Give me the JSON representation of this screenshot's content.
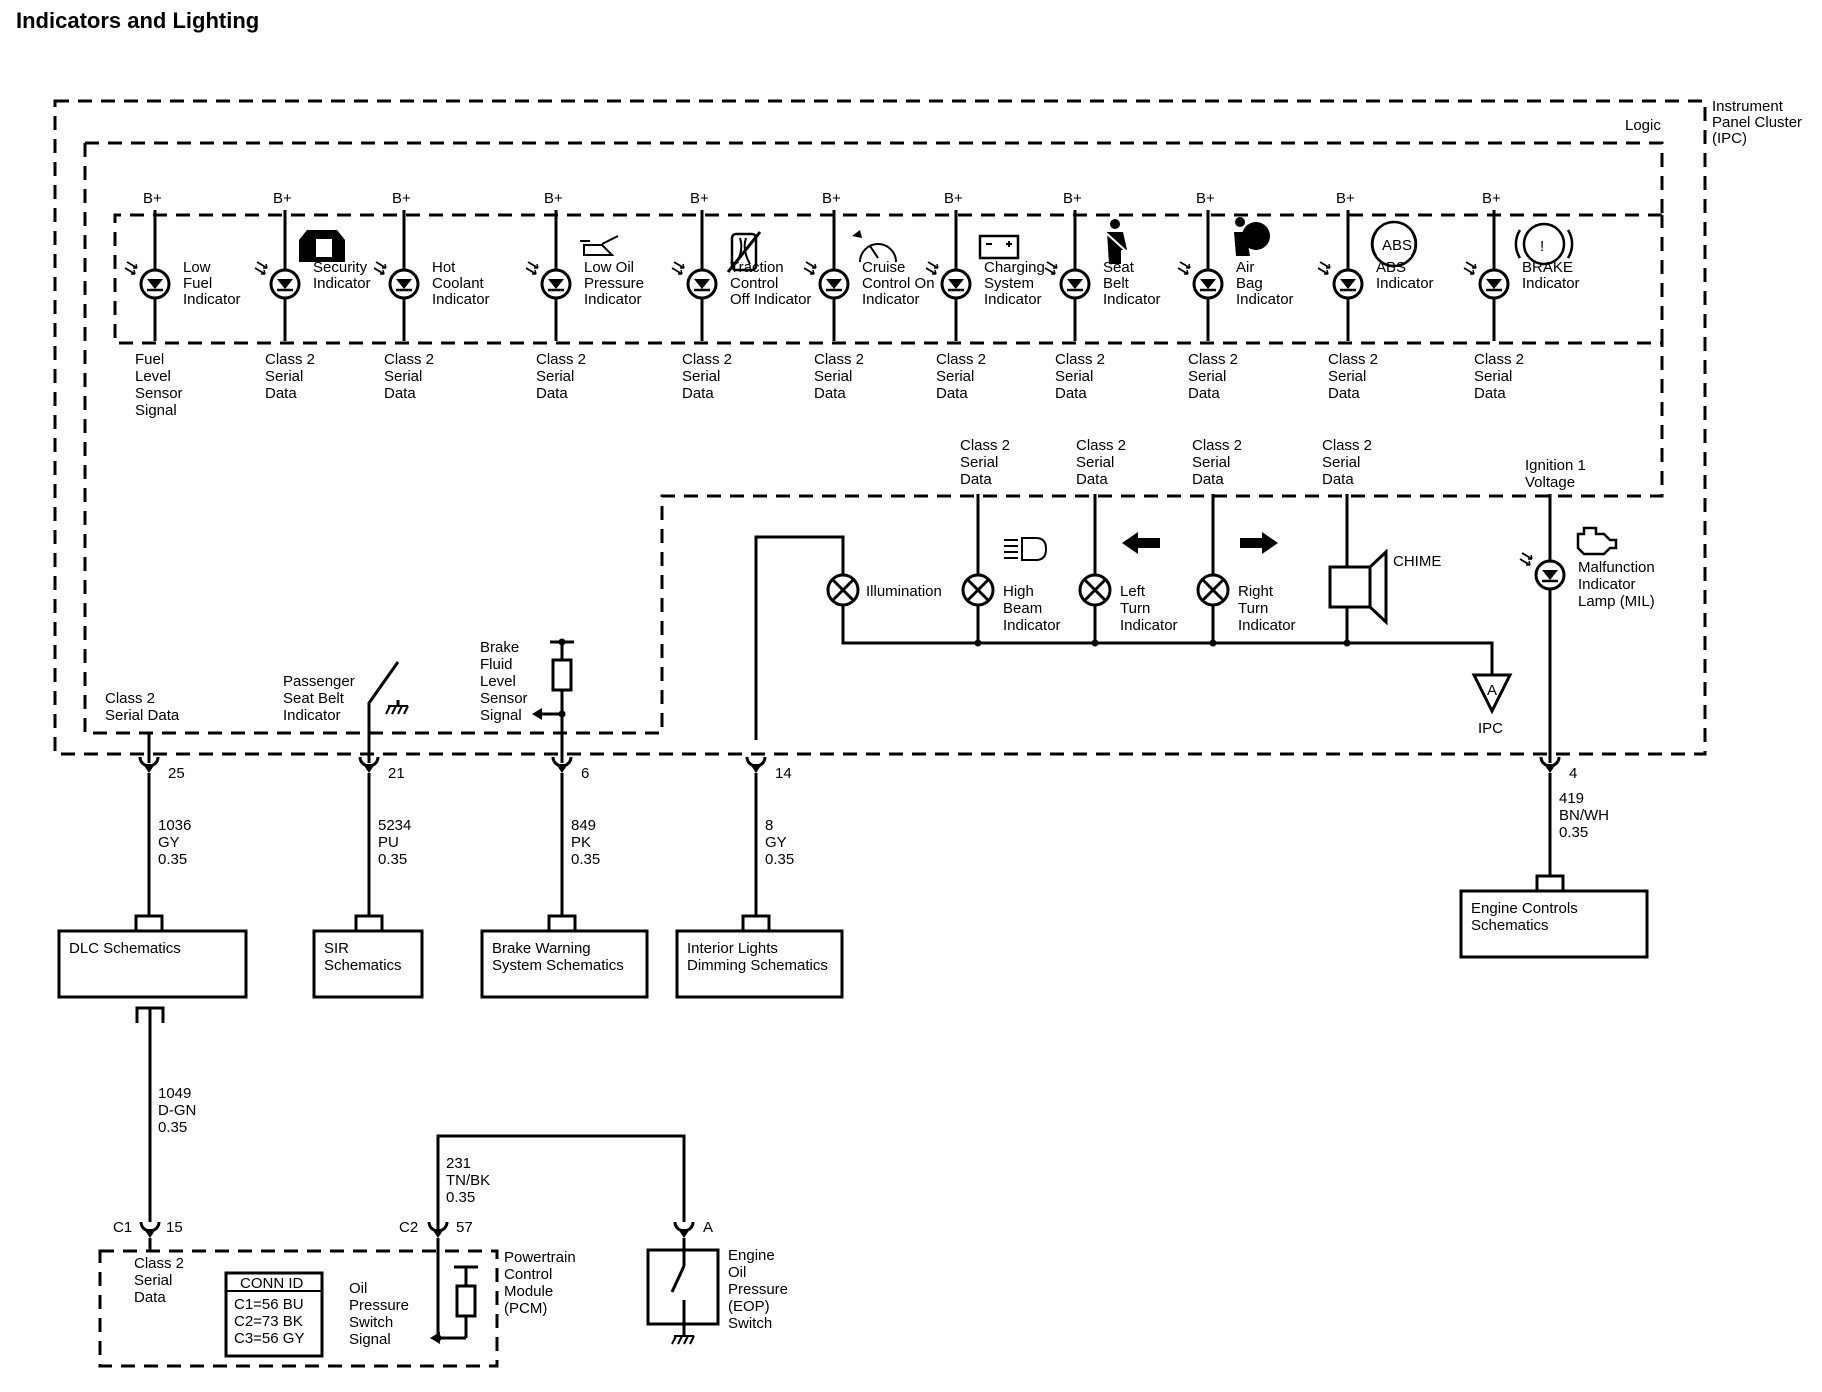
{
  "title": "Indicators and Lighting",
  "ipc": {
    "box_label": [
      "Instrument",
      "Panel Cluster",
      "(IPC)"
    ],
    "logic_label": "Logic",
    "bplus": "B+",
    "top_indicators": [
      {
        "label": [
          "Low",
          "Fuel",
          "Indicator"
        ],
        "signal": [
          "Fuel",
          "Level",
          "Sensor",
          "Signal"
        ],
        "icon": "fuel-pump-icon"
      },
      {
        "label": [
          "Security",
          "Indicator"
        ],
        "signal": [
          "Class 2",
          "Serial",
          "Data"
        ],
        "icon": "car-lock-icon"
      },
      {
        "label": [
          "Hot",
          "Coolant",
          "Indicator"
        ],
        "signal": [
          "Class 2",
          "Serial",
          "Data"
        ],
        "icon": "none"
      },
      {
        "label": [
          "Low Oil",
          "Pressure",
          "Indicator"
        ],
        "signal": [
          "Class 2",
          "Serial",
          "Data"
        ],
        "icon": "oil-can-icon"
      },
      {
        "label": [
          "Traction",
          "Control",
          "Off Indicator"
        ],
        "signal": [
          "Class 2",
          "Serial",
          "Data"
        ],
        "icon": "traction-control-icon"
      },
      {
        "label": [
          "Cruise",
          "Control On",
          "Indicator"
        ],
        "signal": [
          "Class 2",
          "Serial",
          "Data"
        ],
        "icon": "speedometer-icon"
      },
      {
        "label": [
          "Charging",
          "System",
          "Indicator"
        ],
        "signal": [
          "Class 2",
          "Serial",
          "Data"
        ],
        "icon": "battery-icon"
      },
      {
        "label": [
          "Seat",
          "Belt",
          "Indicator"
        ],
        "signal": [
          "Class 2",
          "Serial",
          "Data"
        ],
        "icon": "seat-belt-icon"
      },
      {
        "label": [
          "Air",
          "Bag",
          "Indicator"
        ],
        "signal": [
          "Class 2",
          "Serial",
          "Data"
        ],
        "icon": "air-bag-icon"
      },
      {
        "label": [
          "ABS",
          "Indicator"
        ],
        "signal": [
          "Class 2",
          "Serial",
          "Data"
        ],
        "icon": "abs-icon",
        "icon_text": "ABS"
      },
      {
        "label": [
          "BRAKE",
          "Indicator"
        ],
        "signal": [
          "Class 2",
          "Serial",
          "Data"
        ],
        "icon": "brake-warning-icon",
        "icon_text": "!"
      }
    ],
    "lamp_signals": [
      [
        "Class 2",
        "Serial",
        "Data"
      ],
      [
        "Class 2",
        "Serial",
        "Data"
      ],
      [
        "Class 2",
        "Serial",
        "Data"
      ],
      [
        "Class 2",
        "Serial",
        "Data"
      ]
    ],
    "ignition": [
      "Ignition 1",
      "Voltage"
    ],
    "illumination": "Illumination",
    "high_beam": [
      "High",
      "Beam",
      "Indicator"
    ],
    "left_turn": [
      "Left",
      "Turn",
      "Indicator"
    ],
    "right_turn": [
      "Right",
      "Turn",
      "Indicator"
    ],
    "chime": "CHIME",
    "mil": [
      "Malfunction",
      "Indicator",
      "Lamp (MIL)"
    ],
    "ground_ref": "A",
    "ground_label": "IPC",
    "class2_input": [
      "Class 2",
      "Serial Data"
    ],
    "passenger_belt": [
      "Passenger",
      "Seat Belt",
      "Indicator"
    ],
    "brake_fluid": [
      "Brake",
      "Fluid",
      "Level",
      "Sensor",
      "Signal"
    ]
  },
  "pins": [
    {
      "pin": "25",
      "wire": [
        "1036",
        "GY",
        "0.35"
      ],
      "dest": [
        "DLC Schematics"
      ]
    },
    {
      "pin": "21",
      "wire": [
        "5234",
        "PU",
        "0.35"
      ],
      "dest": [
        "SIR",
        "Schematics"
      ]
    },
    {
      "pin": "6",
      "wire": [
        "849",
        "PK",
        "0.35"
      ],
      "dest": [
        "Brake Warning",
        "System Schematics"
      ]
    },
    {
      "pin": "14",
      "wire": [
        "8",
        "GY",
        "0.35"
      ],
      "dest": [
        "Interior Lights",
        "Dimming Schematics"
      ]
    },
    {
      "pin": "4",
      "wire": [
        "419",
        "BN/WH",
        "0.35"
      ],
      "dest": [
        "Engine Controls",
        "Schematics"
      ]
    }
  ],
  "dlc_to_pcm": {
    "wire": [
      "1049",
      "D-GN",
      "0.35"
    ],
    "conn": "C1",
    "pin": "15"
  },
  "pcm": {
    "label": [
      "Powertrain",
      "Control",
      "Module",
      "(PCM)"
    ],
    "class2": [
      "Class 2",
      "Serial",
      "Data"
    ],
    "conn_id_title": "CONN ID",
    "conn_ids": [
      "C1=56 BU",
      "C2=73 BK",
      "C3=56 GY"
    ],
    "oil_signal": [
      "Oil",
      "Pressure",
      "Switch",
      "Signal"
    ],
    "oil_wire": [
      "231",
      "TN/BK",
      "0.35"
    ],
    "oil_conn": "C2",
    "oil_pin": "57"
  },
  "eop": {
    "pin": "A",
    "label": [
      "Engine",
      "Oil",
      "Pressure",
      "(EOP)",
      "Switch"
    ]
  }
}
